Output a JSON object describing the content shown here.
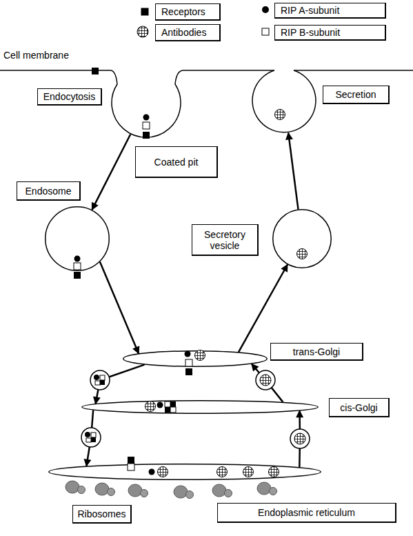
{
  "diagram": {
    "nodes": [
      {
        "text": [
          "Endocytosis",
          "Coated pit"
        ]
      },
      {
        "text": [
          "Secretion"
        ]
      },
      {
        "text": [
          "Endosome"
        ]
      },
      {
        "text": [
          "Secretory vesicle"
        ]
      },
      {
        "text": [
          "trans-Golgi"
        ]
      },
      {
        "text": [
          "cis-Golgi"
        ]
      },
      {
        "text": [
          "Endoplasmic reticulum"
        ]
      }
    ],
    "edges": [
      {
        "from": 0,
        "to": 2,
        "arrow": "to"
      },
      {
        "from": 2,
        "to": 4,
        "arrow": "to"
      },
      {
        "from": 4,
        "to": 5,
        "arrow": "to"
      },
      {
        "from": 5,
        "to": 6,
        "arrow": "to"
      },
      {
        "from": 6,
        "to": 5,
        "arrow": "to"
      },
      {
        "from": 5,
        "to": 4,
        "arrow": "to"
      },
      {
        "from": 4,
        "to": 3,
        "arrow": "to"
      },
      {
        "from": 3,
        "to": 1,
        "arrow": "to"
      }
    ],
    "labels": [
      "Cell membrane",
      "Ribosomes"
    ],
    "legend": [
      {
        "text": "Receptors",
        "color": "#000000"
      },
      {
        "text": "Antibodies"
      },
      {
        "text": "RIP A-subunit",
        "color": "#000000"
      },
      {
        "text": "RIP B-subunit",
        "color": "#ffffff"
      }
    ]
  }
}
